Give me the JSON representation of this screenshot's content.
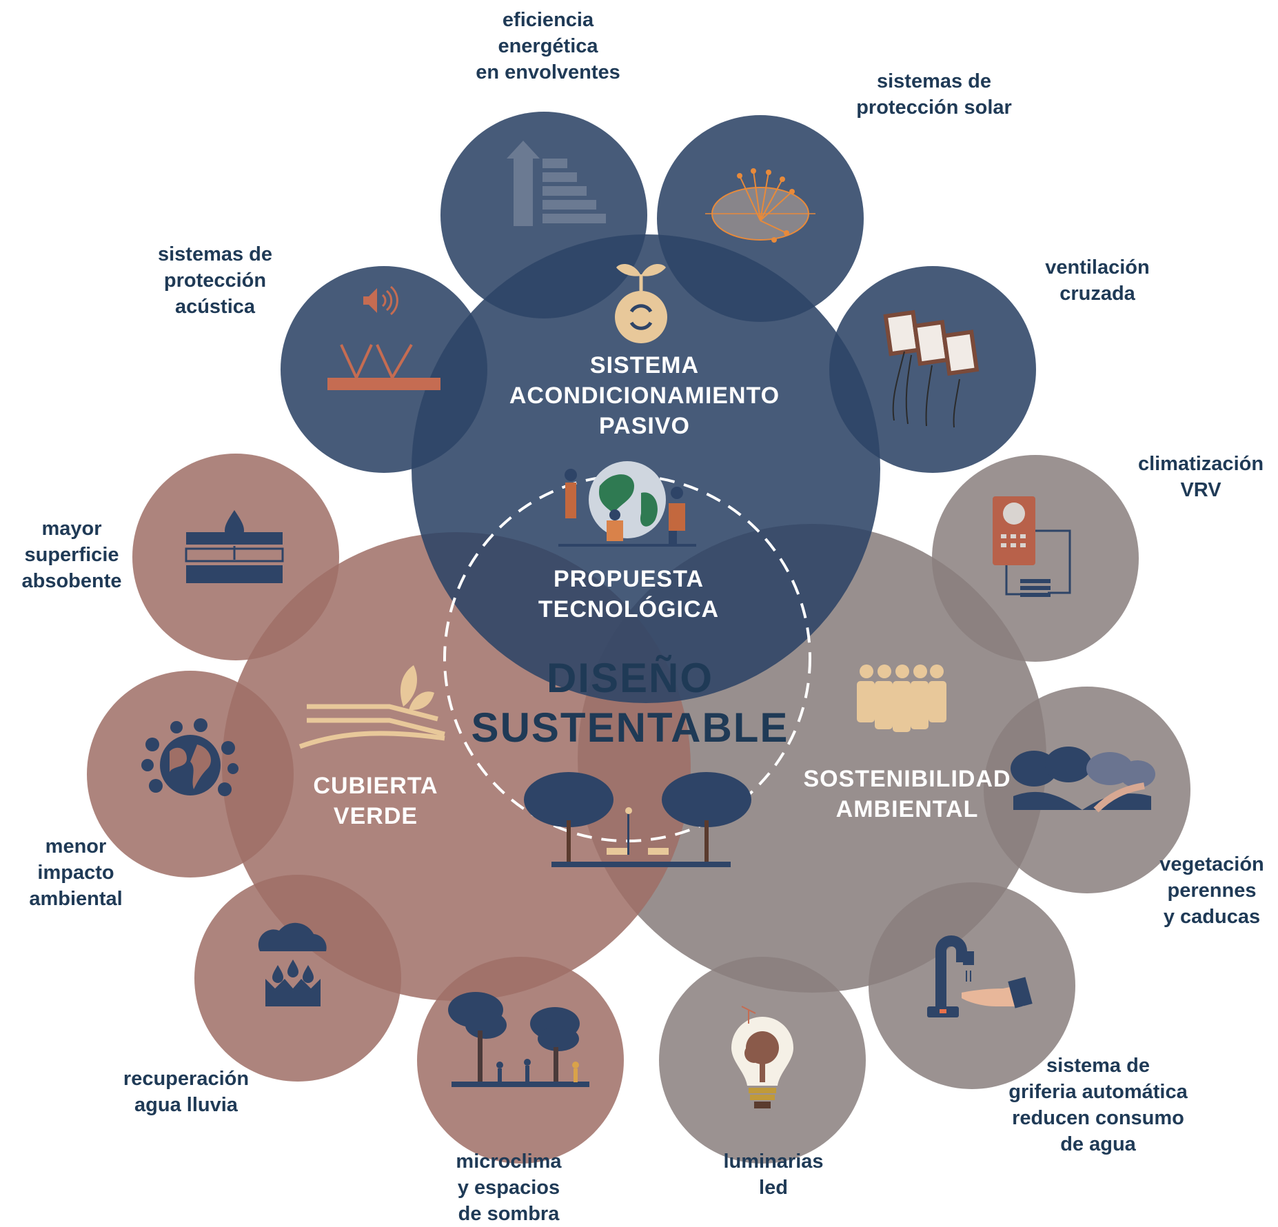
{
  "colors": {
    "navy": "#2e4467",
    "rose": "#9f6f66",
    "grey": "#8a7f7e",
    "label_text": "#1f3a56",
    "accent_tan": "#e8c89a",
    "icon_orange": "#b8614a"
  },
  "center": {
    "propuesta": [
      "PROPUESTA",
      "TECNOLÓGICA"
    ],
    "main": [
      "DISEÑO",
      "SUSTENTABLE"
    ]
  },
  "groups": {
    "pasivo": {
      "title": [
        "SISTEMA",
        "ACONDICIONAMIENTO",
        "PASIVO"
      ]
    },
    "cubierta": {
      "title": [
        "CUBIERTA",
        "VERDE"
      ]
    },
    "sostenibilidad": {
      "title": [
        "SOSTENIBILIDAD",
        "AMBIENTAL"
      ]
    }
  },
  "items": {
    "eficiencia": [
      "eficiencia",
      "energética",
      "en envolventes"
    ],
    "proteccion_solar": [
      "sistemas de",
      "protección solar"
    ],
    "ventilacion": [
      "ventilación",
      "cruzada"
    ],
    "climatizacion": [
      "climatización",
      "VRV"
    ],
    "vegetacion": [
      "vegetación",
      "perennes",
      "y caducas"
    ],
    "griferia": [
      "sistema de",
      "griferia automática",
      "reducen consumo",
      "de agua"
    ],
    "luminarias": [
      "luminarias",
      "led"
    ],
    "microclima": [
      "microclima",
      "y espacios",
      "de sombra"
    ],
    "lluvia": [
      "recuperación",
      "agua lluvia"
    ],
    "impacto": [
      "menor",
      "impacto",
      "ambiental"
    ],
    "superficie": [
      "mayor",
      "superficie",
      "absobente"
    ],
    "acustica": [
      "sistemas de",
      "protección",
      "acústica"
    ]
  }
}
